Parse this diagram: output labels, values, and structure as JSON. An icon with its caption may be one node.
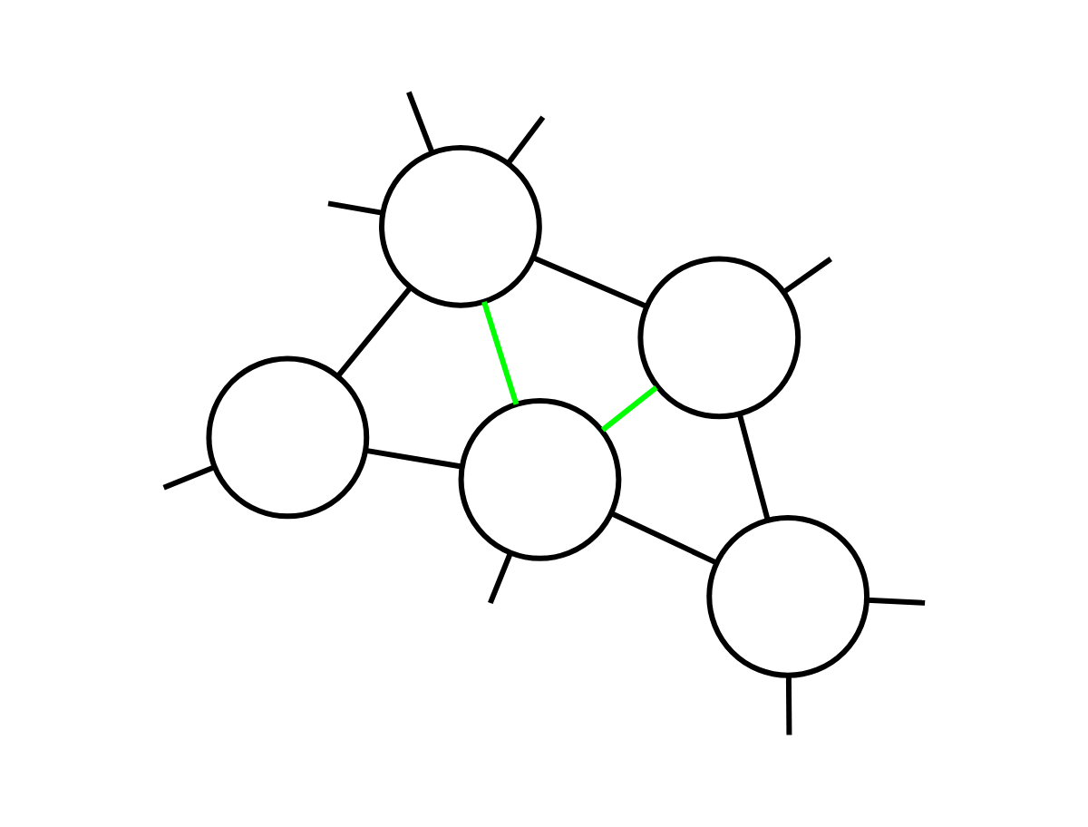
{
  "diagram": {
    "nodes": [
      {
        "text": [],
        "shape": "circle"
      },
      {
        "text": [],
        "shape": "circle"
      },
      {
        "text": [],
        "shape": "circle"
      },
      {
        "text": [],
        "shape": "circle"
      },
      {
        "text": [],
        "shape": "circle"
      }
    ],
    "edges": [
      {
        "from": 0,
        "to": null,
        "arrow": "none"
      },
      {
        "from": 0,
        "to": 1,
        "arrow": "none"
      },
      {
        "from": 0,
        "to": 2,
        "arrow": "none"
      },
      {
        "from": 0,
        "to": 3,
        "arrow": "none",
        "color": "#00ff00"
      },
      {
        "from": 0,
        "to": 4,
        "arrow": "none",
        "color": "#00ff00"
      },
      {
        "from": 1,
        "to": null,
        "arrow": "none"
      },
      {
        "from": 1,
        "to": null,
        "arrow": "none"
      },
      {
        "from": 1,
        "to": 4,
        "arrow": "none"
      },
      {
        "from": 2,
        "to": null,
        "arrow": "none"
      },
      {
        "from": 2,
        "to": 3,
        "arrow": "none"
      },
      {
        "from": 3,
        "to": null,
        "arrow": "none"
      },
      {
        "from": 3,
        "to": null,
        "arrow": "none"
      },
      {
        "from": 3,
        "to": null,
        "arrow": "none"
      },
      {
        "from": 3,
        "to": 4,
        "arrow": "none"
      },
      {
        "from": 4,
        "to": null,
        "arrow": "none"
      }
    ]
  }
}
